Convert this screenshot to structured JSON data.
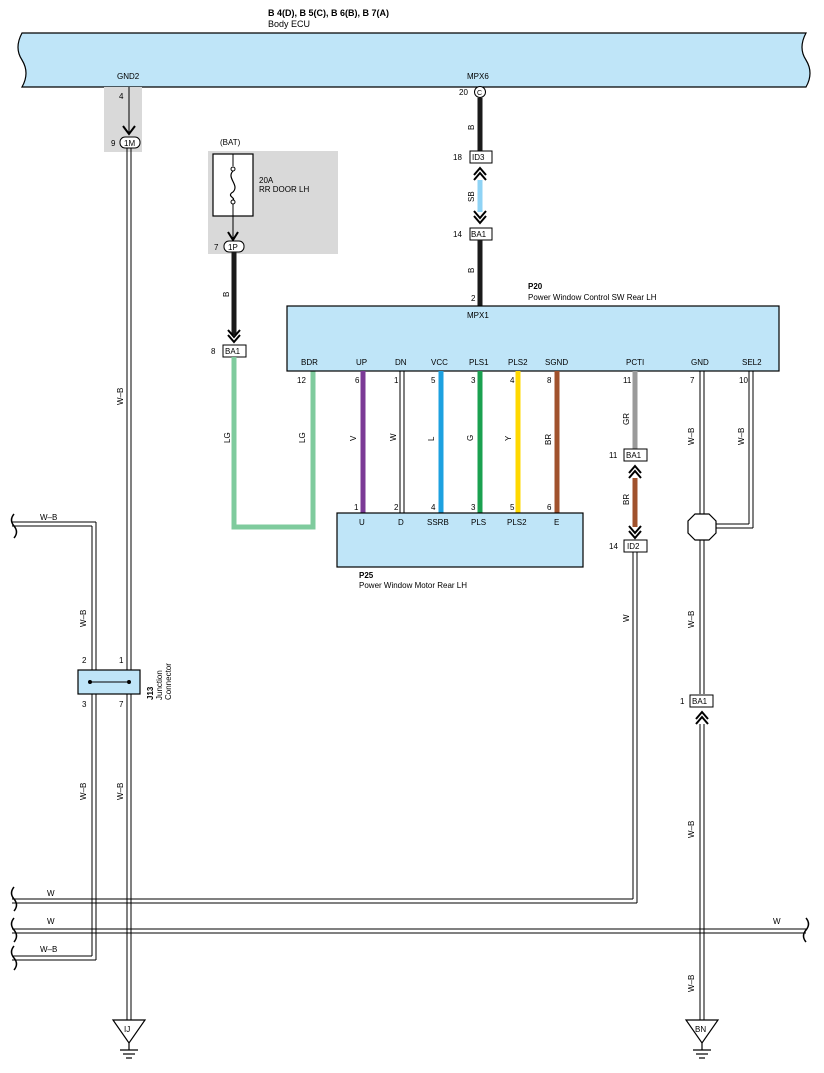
{
  "body_ecu": {
    "codes": "B 4(D), B 5(C), B 6(B), B 7(A)",
    "name": "Body ECU",
    "gnd2": "GND2",
    "mpx6": "MPX6"
  },
  "left": {
    "pin_gnd2": "4",
    "pin_1m": "9",
    "conn_1m": "1M",
    "wire_wb": "W–B",
    "bat": "(BAT)",
    "fuse_amp": "20A",
    "fuse_name": "RR DOOR LH",
    "pin_1p": "7",
    "conn_1p": "1P",
    "wire_b": "B",
    "pin_ba1": "8",
    "conn_ba1": "BA1",
    "wire_lg": "LG"
  },
  "mpx": {
    "pin_c": "20",
    "conn_c": "C",
    "pin_id3": "18",
    "conn_id3": "ID3",
    "wire_b": "B",
    "wire_sb": "SB",
    "pin_ba1": "14",
    "conn_ba1": "BA1"
  },
  "p20": {
    "code": "P20",
    "name": "Power Window Control SW Rear LH",
    "mpx1": "MPX1",
    "mpx1_pin": "2",
    "terms": [
      "BDR",
      "UP",
      "DN",
      "VCC",
      "PLS1",
      "PLS2",
      "SGND",
      "PCTI",
      "GND",
      "SEL2"
    ],
    "pins": [
      "12",
      "6",
      "1",
      "5",
      "3",
      "4",
      "8",
      "11",
      "7",
      "10"
    ]
  },
  "wires": [
    "LG",
    "V",
    "W",
    "L",
    "G",
    "Y",
    "BR",
    "GR",
    "W–B",
    "W–B"
  ],
  "p25": {
    "code": "P25",
    "name": "Power Window Motor Rear LH",
    "pins": [
      "1",
      "2",
      "4",
      "3",
      "5",
      "6"
    ],
    "terms": [
      "U",
      "D",
      "SSRB",
      "PLS",
      "PLS2",
      "E"
    ]
  },
  "pcti": {
    "pin_ba1": "11",
    "conn_ba1": "BA1",
    "wire_br": "BR",
    "pin_id2": "14",
    "conn_id2": "ID2",
    "wire_w": "W"
  },
  "gnd_right": {
    "wire_wb": "W–B",
    "pin_ba1": "1",
    "conn_ba1": "BA1"
  },
  "j13": {
    "code": "J13",
    "line1": "Junction",
    "line2": "Connector",
    "pin_tl": "2",
    "pin_tr": "1",
    "pin_bl": "3",
    "pin_br": "7"
  },
  "bottom": {
    "w1": "W",
    "w2": "W",
    "w3": "W–B",
    "w_right": "W",
    "wire_wb_left": "W–B",
    "wire_wb_left2": "W–B",
    "wire_wb_right": "W–B"
  },
  "grounds": [
    "IJ",
    "BN"
  ],
  "colors": {
    "ecu": "#bfe5f8",
    "gray": "#d9d9d9",
    "black": "#1a1a1a",
    "sb": "#8fd3f5",
    "lg": "#7fcb9d",
    "v": "#7b3a96",
    "l": "#1da1e0",
    "g": "#1aa150",
    "y": "#ffd800",
    "br": "#a0522d",
    "gr": "#9a9a9a"
  }
}
